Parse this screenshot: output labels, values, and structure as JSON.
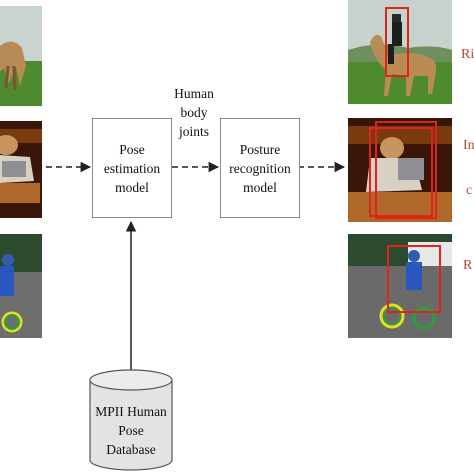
{
  "nodes": {
    "pose_model": "Pose\nestimation\nmodel",
    "posture_model": "Posture\nrecognition\nmodel",
    "database": "MPII Human\nPose\nDatabase"
  },
  "edge_label": "Human\nbody\njoints",
  "side_labels": [
    "Ri",
    "In",
    "c",
    "R"
  ],
  "colors": {
    "arrow": "#222222",
    "box_border": "#8a8a8a",
    "bbox_red": "#e0241b",
    "side_text": "#b5453b"
  }
}
